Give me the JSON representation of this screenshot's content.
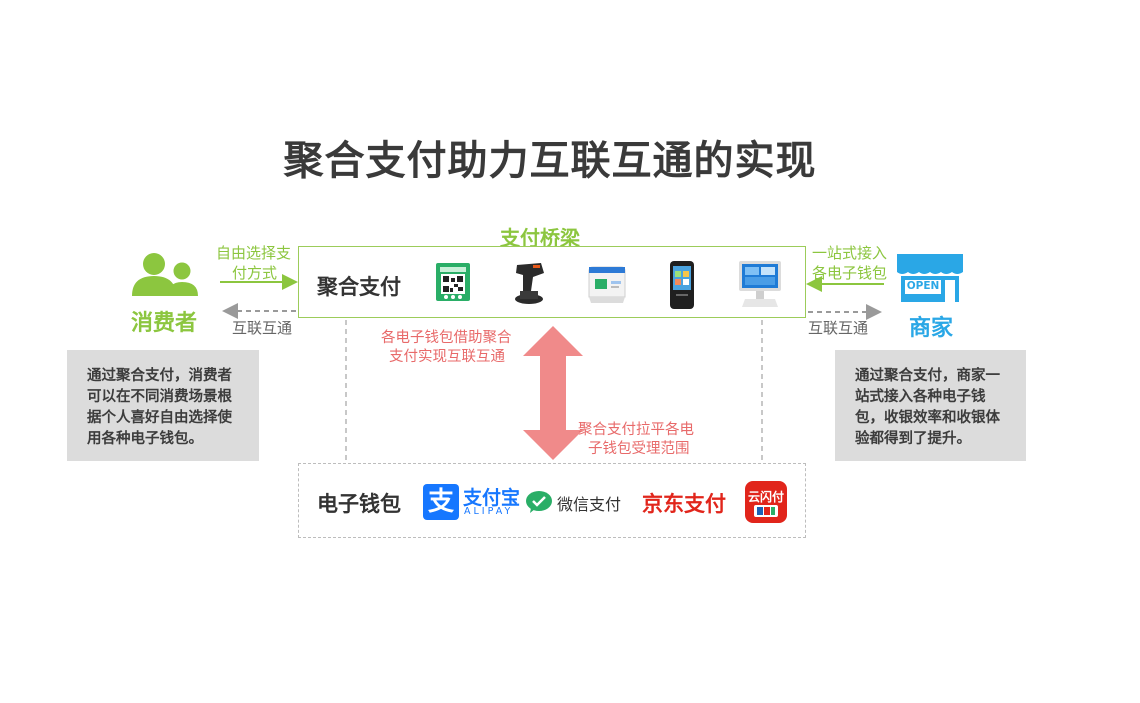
{
  "title": "聚合支付助力互联互通的实现",
  "bridge": {
    "label": "支付桥梁",
    "box_title": "聚合支付",
    "devices": [
      "qr-code-stand-icon",
      "barcode-scanner-icon",
      "payment-box-icon",
      "pos-terminal-icon",
      "cash-register-icon"
    ]
  },
  "wallet": {
    "box_title": "电子钱包",
    "alipay": {
      "main": "支付宝",
      "sub": "ALIPAY",
      "color": "#1677ff"
    },
    "wechat": {
      "main": "微信支付",
      "color": "#2aae67"
    },
    "jd": {
      "main": "京东支付",
      "color": "#e1251b"
    },
    "unionpay": {
      "main": "云闪付",
      "color": "#e1251b"
    }
  },
  "consumer": {
    "label": "消费者",
    "arrow_top_line1": "自由选择支",
    "arrow_top_line2": "付方式",
    "arrow_bottom": "互联互通",
    "description": "通过聚合支付，消费者可以在不同消费场景根据个人喜好自由选择使用各种电子钱包。"
  },
  "merchant": {
    "label": "商家",
    "sign_text": "OPEN",
    "arrow_top_line1": "一站式接入",
    "arrow_top_line2": "各电子钱包",
    "arrow_bottom": "互联互通",
    "description": "通过聚合支付，商家一站式接入各种电子钱包，收银效率和收银体验都得到了提升。"
  },
  "center_arrow": {
    "text_top_line1": "各电子钱包借助聚合",
    "text_top_line2": "支付实现互联互通",
    "text_bottom_line1": "聚合支付拉平各电",
    "text_bottom_line2": "子钱包受理范围"
  },
  "colors": {
    "green": "#8cc63f",
    "red_arrow": "#f08a8a",
    "merchant_blue": "#2aa7e6",
    "desc_gray": "#dcdcdc"
  }
}
